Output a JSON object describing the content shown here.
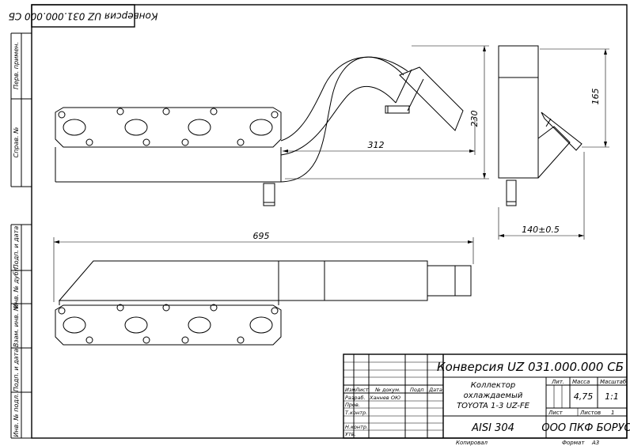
{
  "drawing": {
    "designation": "Конверсия UZ 031.000.000 СБ",
    "designation_rotated": "Конверсия UZ 031.000.000 СБ",
    "name_lines": [
      "Коллектор",
      "охлаждаемый",
      "TOYOTA 1-3 UZ-FE"
    ],
    "material": "AISI 304",
    "company": "ООО ПКФ БОРУС",
    "mass": "4,75",
    "scale": "1:1",
    "sheets_count": "1",
    "copied": "Копировал",
    "format_label": "Формат",
    "format_value": "A3"
  },
  "title_block_labels": {
    "lit": "Лит.",
    "massa": "Масса",
    "masshtab": "Масштаб",
    "list": "Лист",
    "listov": "Листов",
    "izm": "Изм",
    "list_short": "Лист",
    "n_dokum": "№ докум.",
    "podp": "Подп",
    "data": "Дата",
    "razrab": "Разраб.",
    "razrab_name": "Ханнев ОЮ",
    "prov": "Пров.",
    "tkontr": "Т.контр.",
    "nkontr": "Н.контр.",
    "utv": "Утв."
  },
  "side_stamp": {
    "perv_primen": "Перв. примен.",
    "sprav_no": "Справ. №",
    "podp_i_data_1": "Подп. и дата",
    "inv_dubl": "Инв. № дубл.",
    "vzam_inv": "Взам. инв. №",
    "podp_i_data_2": "Подп. и дата",
    "inv_podl": "Инв. № подл."
  },
  "dimensions": {
    "length_312": "312",
    "height_230": "230",
    "height_165": "165",
    "width_140": "140±0.5",
    "length_695": "695"
  }
}
